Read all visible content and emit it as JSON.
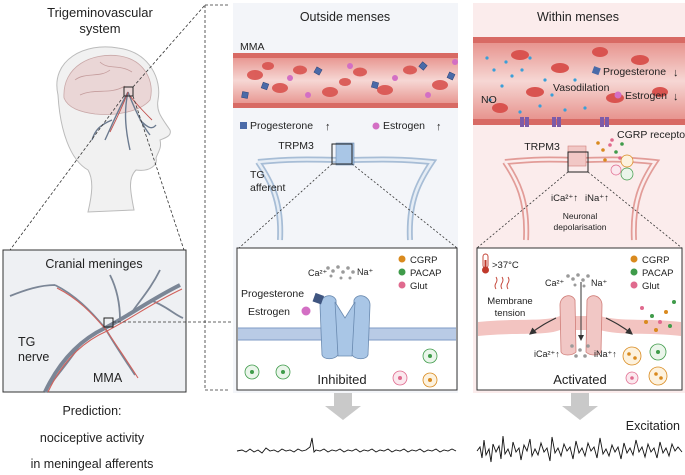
{
  "left_panel": {
    "title_line1": "Trigeminovascular",
    "title_line2": "system",
    "inset_title": "Cranial meninges",
    "tg_line1": "TG",
    "tg_line2": "nerve",
    "mma": "MMA"
  },
  "prediction": {
    "line1": "Prediction:",
    "line2": "nociceptive activity",
    "line3": "in meningeal afferents"
  },
  "outside": {
    "title": "Outside menses",
    "mma": "MMA",
    "progesterone": "Progesterone",
    "estrogen": "Estrogen",
    "trpm3": "TRPM3",
    "tg_afferent_1": "TG",
    "tg_afferent_2": "afferent",
    "detail_progesterone": "Progesterone",
    "detail_estrogen": "Estrogen",
    "state": "Inhibited"
  },
  "within": {
    "title": "Within menses",
    "no": "NO",
    "vasodilation": "Vasodilation",
    "progesterone": "Progesterone",
    "estrogen": "Estrogen",
    "cgrp_receptor": "CGRP receptor",
    "trpm3": "TRPM3",
    "depol_1": "Neuronal",
    "depol_2": "depolarisation",
    "temp": ">37°C",
    "membrane_1": "Membrane",
    "membrane_2": "tension",
    "state": "Activated",
    "excitation": "Excitation"
  },
  "legend": {
    "cgrp": "CGRP",
    "pacap": "PACAP",
    "glut": "Glut"
  },
  "colors": {
    "cgrp": "#d98a1e",
    "pacap": "#3f9b4a",
    "glut": "#e06a8e",
    "progesterone": "#4a6aa8",
    "estrogen": "#d36fc4",
    "vessel": "#d6655e",
    "trpm3": "#a9c6e6"
  }
}
